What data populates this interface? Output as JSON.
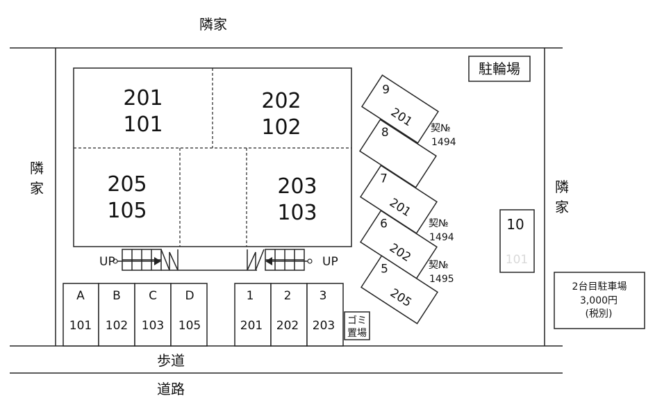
{
  "neighbors": {
    "top": "隣家",
    "left": "隣家",
    "right": "隣家"
  },
  "building": {
    "units": [
      {
        "upper": "201",
        "lower": "101"
      },
      {
        "upper": "202",
        "lower": "102"
      },
      {
        "upper": "205",
        "lower": "105"
      },
      {
        "upper": "203",
        "lower": "103"
      }
    ]
  },
  "stairs": {
    "left_up": "UP",
    "right_up": "UP"
  },
  "bicycle_parking": "駐輪場",
  "lockers": [
    {
      "letter": "A",
      "room": "101"
    },
    {
      "letter": "B",
      "room": "102"
    },
    {
      "letter": "C",
      "room": "103"
    },
    {
      "letter": "D",
      "room": "105"
    }
  ],
  "front_spaces": [
    {
      "number": "1",
      "room": "201"
    },
    {
      "number": "2",
      "room": "202"
    },
    {
      "number": "3",
      "room": "203"
    }
  ],
  "garbage": {
    "line1": "ゴミ",
    "line2": "置場"
  },
  "angled_spaces": [
    {
      "number": "9",
      "room": "201"
    },
    {
      "number": "8",
      "room": ""
    },
    {
      "number": "7",
      "room": "201"
    },
    {
      "number": "6",
      "room": "202"
    },
    {
      "number": "5",
      "room": "205"
    }
  ],
  "contracts": [
    {
      "label": "契№",
      "number": "1494"
    },
    {
      "label": "契№",
      "number": "1494"
    },
    {
      "label": "契№",
      "number": "1495"
    }
  ],
  "space10": {
    "number": "10",
    "room": "101",
    "room_color": "#d9d9d9"
  },
  "second_car": {
    "line1": "2台目駐車場",
    "line2": "3,000円",
    "line3": "(税別)"
  },
  "sidewalk": "歩道",
  "road": "道路"
}
